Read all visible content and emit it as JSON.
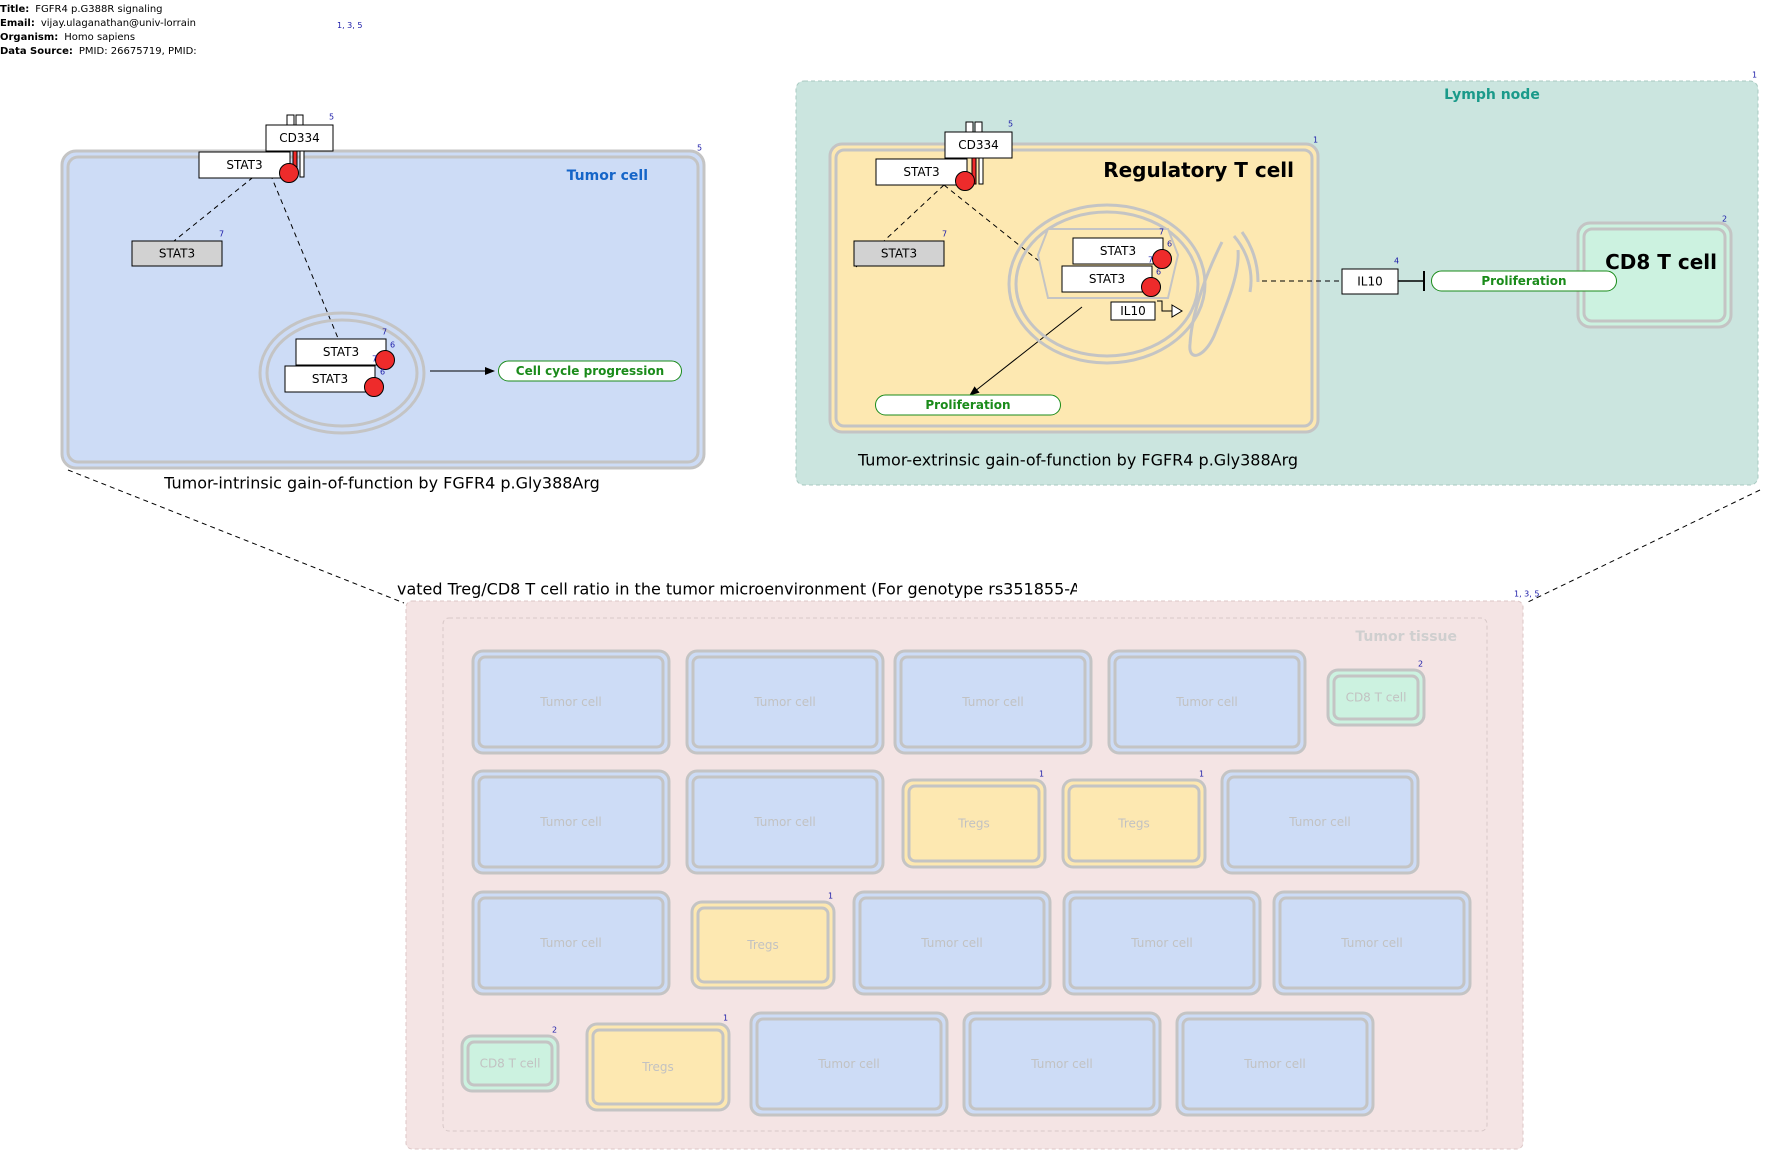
{
  "header": {
    "title_label": "Title:",
    "title": "FGFR4 p.G388R signaling",
    "email_label": "Email:",
    "email": "vijay.ulaganathan@univ-lorrain",
    "organism_label": "Organism:",
    "organism": "Homo sapiens",
    "source_label": "Data Source:",
    "source": "PMID: 26675719, PMID:",
    "refs": "1, 3, 5"
  },
  "tumor_panel": {
    "compartment": "Tumor cell",
    "compartment_ref": "5",
    "caption": "Tumor-intrinsic gain-of-function by FGFR4 p.Gly388Arg",
    "receptor": {
      "label": "CD334",
      "ref": "5"
    },
    "stat3_membrane": "STAT3",
    "stat3_cytoplasm": {
      "label": "STAT3",
      "ref": "7"
    },
    "nuclear_stat3": [
      {
        "label": "STAT3",
        "refs": [
          "7",
          "6"
        ]
      },
      {
        "label": "STAT3",
        "refs": [
          "7",
          "6"
        ]
      }
    ],
    "outcome": "Cell cycle progression"
  },
  "lymph_panel": {
    "compartment": "Lymph node",
    "compartment_ref": "1",
    "treg_cell": "Regulatory T cell",
    "treg_ref": "1",
    "caption": "Tumor-extrinsic gain-of-function by FGFR4 p.Gly388Arg",
    "receptor": {
      "label": "CD334",
      "ref": "5"
    },
    "stat3_membrane": "STAT3",
    "stat3_cytoplasm": {
      "label": "STAT3",
      "ref": "7"
    },
    "nuclear_stat3": [
      {
        "label": "STAT3",
        "refs": [
          "7",
          "6"
        ]
      },
      {
        "label": "STAT3",
        "refs": [
          "7",
          "6"
        ]
      }
    ],
    "il10_gene": "IL10",
    "treg_outcome": "Proliferation",
    "il10_secreted": {
      "label": "IL10",
      "ref": "4"
    },
    "cd8_outcome": "Proliferation",
    "cd8_cell": "CD8 T cell",
    "cd8_ref": "2"
  },
  "tissue_panel": {
    "heading": "vated Treg/CD8 T cell ratio in the tumor microenvironment (For genotype rs351855-A",
    "heading_refs": "1, 3, 5",
    "compartment": "Tumor tissue",
    "cells": [
      {
        "label": "Tumor cell",
        "kind": "tumor"
      },
      {
        "label": "Tumor cell",
        "kind": "tumor"
      },
      {
        "label": "Tumor cell",
        "kind": "tumor"
      },
      {
        "label": "Tumor cell",
        "kind": "tumor"
      },
      {
        "label": "CD8 T cell",
        "kind": "cd8",
        "ref": "2"
      },
      {
        "label": "Tumor cell",
        "kind": "tumor"
      },
      {
        "label": "Tumor cell",
        "kind": "tumor"
      },
      {
        "label": "Tregs",
        "kind": "treg",
        "ref": "1"
      },
      {
        "label": "Tregs",
        "kind": "treg",
        "ref": "1"
      },
      {
        "label": "Tumor cell",
        "kind": "tumor"
      },
      {
        "label": "Tumor cell",
        "kind": "tumor"
      },
      {
        "label": "Tregs",
        "kind": "treg",
        "ref": "1"
      },
      {
        "label": "Tumor cell",
        "kind": "tumor"
      },
      {
        "label": "Tumor cell",
        "kind": "tumor"
      },
      {
        "label": "Tumor cell",
        "kind": "tumor"
      },
      {
        "label": "CD8 T cell",
        "kind": "cd8",
        "ref": "2"
      },
      {
        "label": "Tregs",
        "kind": "treg",
        "ref": "1"
      },
      {
        "label": "Tumor cell",
        "kind": "tumor"
      },
      {
        "label": "Tumor cell",
        "kind": "tumor"
      },
      {
        "label": "Tumor cell",
        "kind": "tumor"
      }
    ]
  },
  "colors": {
    "tumor_fill": "#cddcf6",
    "lymph_fill": "#cbe5df",
    "treg_fill": "#fde8b1",
    "cd8_fill": "#ccf2e0",
    "tissue_fill": "#f4e4e4",
    "phospho": "#ee2b2b",
    "outcome_green": "#1a8b1a",
    "compartment_blue": "#1565c8",
    "compartment_teal": "#1a9a8a",
    "ref_blue": "#1a1aa8"
  }
}
